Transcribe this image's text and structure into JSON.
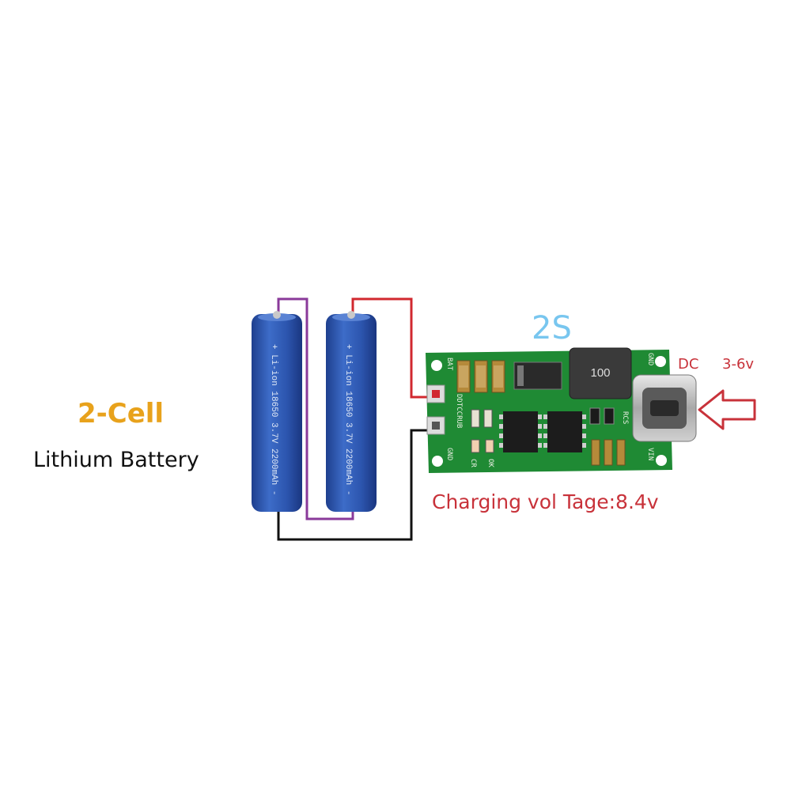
{
  "labels": {
    "cells_title": "2-Cell",
    "cells_subtitle": "Lithium Battery",
    "series_config": "2S",
    "input_label": "DC",
    "input_range": "3-6v",
    "charging_voltage": "Charging vol Tage:8.4v"
  },
  "battery": {
    "print_text": "+ Li-ion 18650 3.7V 2200mAh -"
  },
  "board": {
    "inductor_marking": "100",
    "silkscreen": {
      "bat": "BAT",
      "gnd_left": "GND",
      "gnd_right": "GND",
      "brand": "DDTCCRUB",
      "ok": "OK",
      "cr": "CR",
      "rcs": "RCS",
      "vin": "VIN"
    }
  },
  "colors": {
    "battery": "#2e57b4",
    "pcb": "#1f8a34",
    "wire_positive": "#d1282f",
    "wire_series": "#8a3a9a",
    "wire_negative": "#111111",
    "arrow": "#c8323a",
    "cells_title": "#e8a21c",
    "series_config": "#78c6ef"
  },
  "icons": {
    "input_arrow": "left-arrow-icon",
    "usb_port": "usb-c-port-icon"
  }
}
